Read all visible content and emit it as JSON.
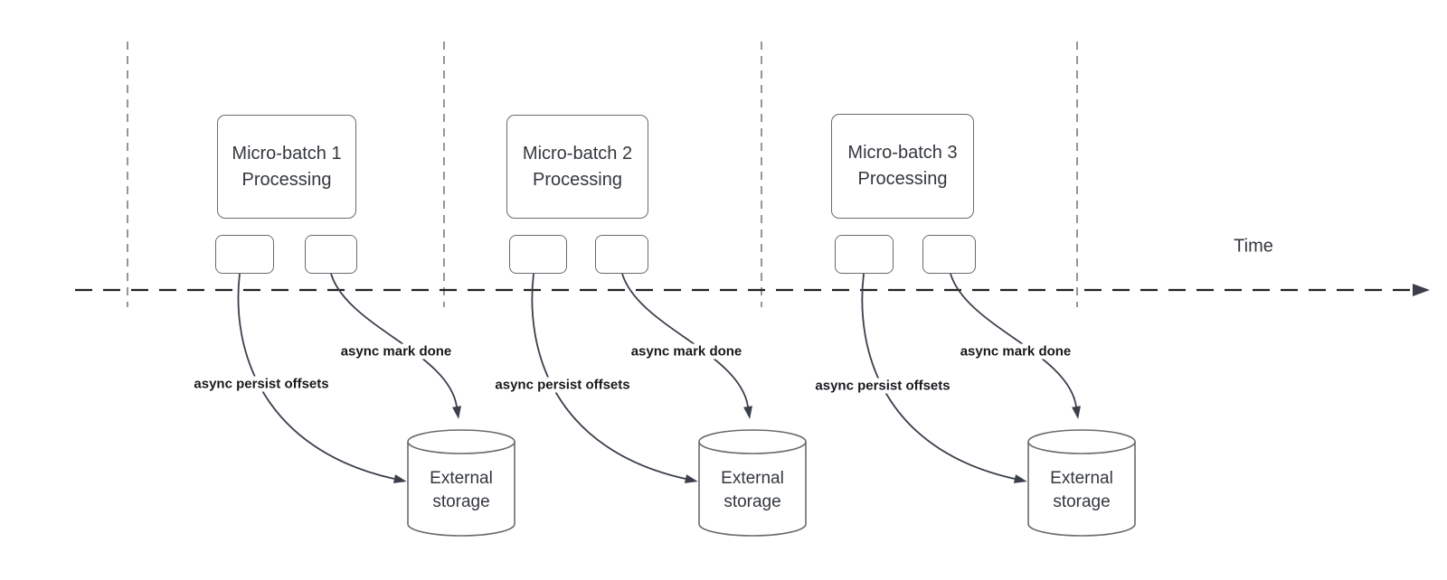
{
  "diagram": {
    "time_axis": {
      "label": "Time"
    },
    "batches": [
      {
        "title_line1": "Micro-batch 1",
        "title_line2": "Processing",
        "persist_label": "async persist offsets",
        "mark_done_label": "async mark done",
        "storage_label": "External storage"
      },
      {
        "title_line1": "Micro-batch 2",
        "title_line2": "Processing",
        "persist_label": "async persist offsets",
        "mark_done_label": "async mark done",
        "storage_label": "External storage"
      },
      {
        "title_line1": "Micro-batch 3",
        "title_line2": "Processing",
        "persist_label": "async persist offsets",
        "mark_done_label": "async mark done",
        "storage_label": "External storage"
      }
    ],
    "colors": {
      "axis": "#212121",
      "guide": "#969696",
      "shape_border": "#676b70",
      "arrow": "#3a3f4b",
      "box_text": "#33373d",
      "label_text": "#17191d",
      "background": "#ffffff"
    }
  }
}
